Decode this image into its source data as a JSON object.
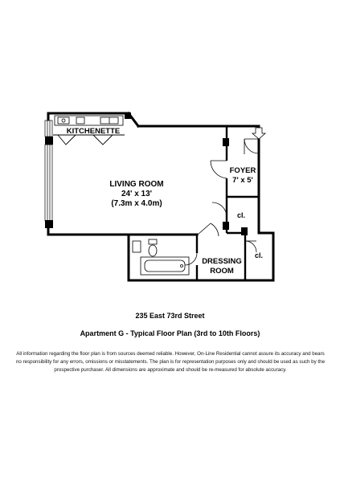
{
  "rooms": {
    "kitchenette": "KITCHENETTE",
    "living_room": "LIVING ROOM",
    "living_dim_ft": "24' x 13'",
    "living_dim_m": "(7.3m x 4.0m)",
    "foyer": "FOYER",
    "foyer_dim": "7' x 5'",
    "closet_1": "cl.",
    "closet_2": "cl.",
    "dressing_1": "DRESSING",
    "dressing_2": "ROOM"
  },
  "address": "235 East 73rd Street",
  "subtitle": "Apartment G - Typical Floor Plan (3rd to 10th Floors)",
  "disclaimer": "All information regarding the floor plan is from sources deemed reliable. However, On-Line Residential cannot assure its accuracy and bears no responsibility for any errors, omissions or misstatements. The plan is for representation purposes only and should be used as such by the prospective purchaser. All dimensions are approximate and should be re-measured for absolute accuracy."
}
